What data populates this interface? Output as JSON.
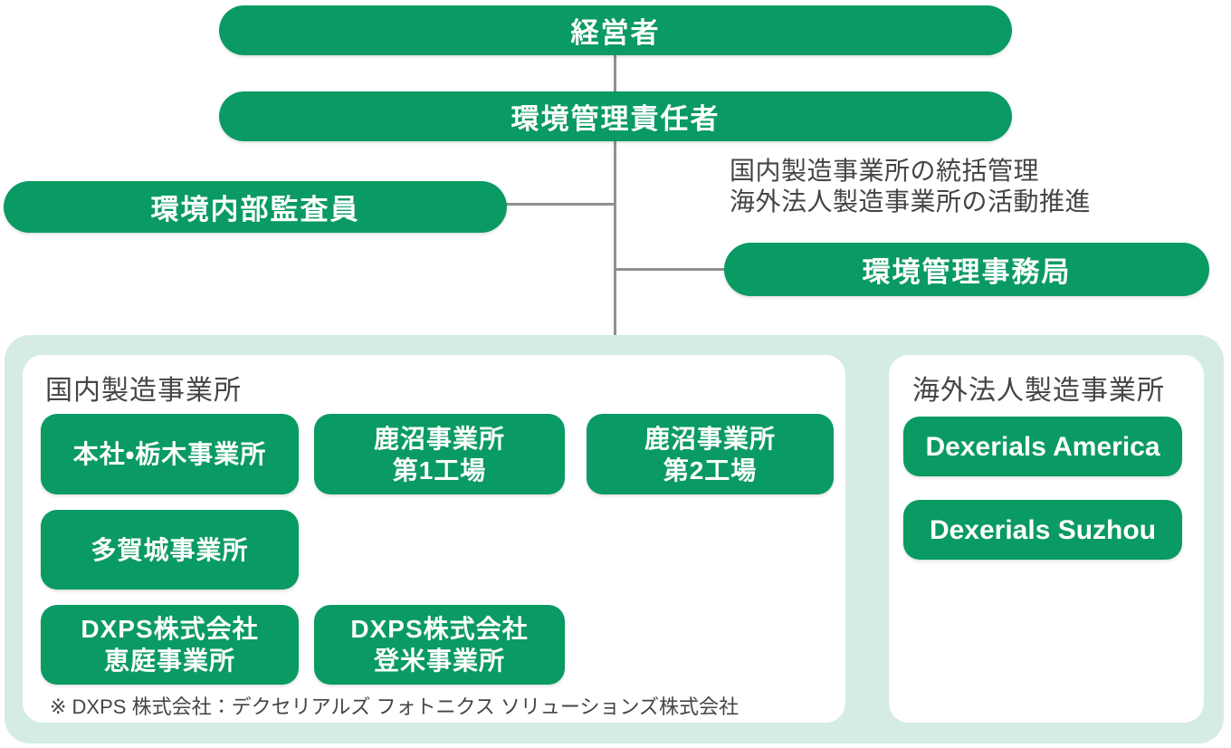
{
  "colors": {
    "green": "#0a9a63",
    "mint": "#d5ece4",
    "line_gray": "#8f8f8f",
    "text_dark": "#454545",
    "panel_white": "#ffffff",
    "node_text": "#ffffff"
  },
  "hierarchy": {
    "executive": {
      "label": "経営者"
    },
    "env_manager": {
      "label": "環境管理責任者"
    },
    "internal_auditor": {
      "label": "環境内部監査員"
    },
    "secretariat": {
      "label": "環境管理事務局"
    },
    "secretariat_note": {
      "line1": "国内製造事業所の統括管理",
      "line2": "海外法人製造事業所の活動推進"
    }
  },
  "domestic": {
    "title": "国内製造事業所",
    "sites": [
      {
        "label": "本社・栃木事業所"
      },
      {
        "label": "鹿沼事業所\n第1工場"
      },
      {
        "label": "鹿沼事業所\n第2工場"
      },
      {
        "label": "多賀城事業所"
      },
      {
        "label": "DXPS株式会社\n恵庭事業所"
      },
      {
        "label": "DXPS株式会社\n登米事業所"
      }
    ],
    "footnote": "※ DXPS 株式会社：デクセリアルズ フォトニクス ソリューションズ株式会社"
  },
  "overseas": {
    "title": "海外法人製造事業所",
    "sites": [
      {
        "label": "Dexerials America"
      },
      {
        "label": "Dexerials Suzhou"
      }
    ]
  }
}
